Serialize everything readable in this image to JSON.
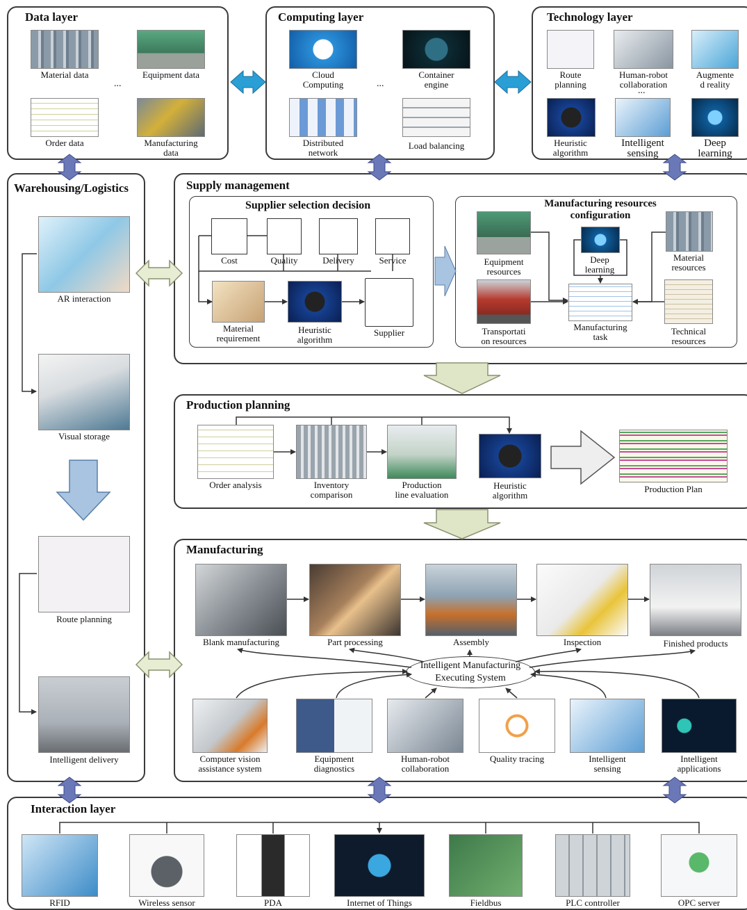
{
  "data_layer": {
    "title": "Data layer",
    "items": [
      "Material data",
      "Equipment data",
      "Order data",
      "Manufacturing\ndata"
    ],
    "ellipsis": "..."
  },
  "computing_layer": {
    "title": "Computing layer",
    "items": [
      "Cloud\nComputing",
      "Container\nengine",
      "Distributed\nnetwork",
      "Load balancing"
    ],
    "ellipsis": "..."
  },
  "technology_layer": {
    "title": "Technology layer",
    "items": [
      "Route\nplanning",
      "Human-robot\ncollaboration",
      "Augmente\nd reality",
      "Heuristic\nalgorithm",
      "Intelligent\nsensing",
      "Deep\nlearning"
    ],
    "ellipsis": "..."
  },
  "warehousing": {
    "title": "Warehousing/Logistics",
    "items": [
      "AR interaction",
      "Visual storage",
      "Route planning",
      "Intelligent delivery"
    ]
  },
  "supply": {
    "title": "Supply management",
    "supplier_title": "Supplier selection decision",
    "criteria": [
      "Cost",
      "Quality",
      "Delivery",
      "Service"
    ],
    "flow": [
      "Material\nrequirement",
      "Heuristic\nalgorithm",
      "Supplier"
    ],
    "resources_title": "Manufacturing resources\nconfiguration",
    "resources": [
      "Equipment\nresources",
      "Deep\nlearning",
      "Material\nresources",
      "Transportati\non resources",
      "Manufacturing\ntask",
      "Technical\nresources"
    ]
  },
  "production": {
    "title": "Production planning",
    "steps": [
      "Order analysis",
      "Inventory\ncomparison",
      "Production\nline evaluation",
      "Heuristic\nalgorithm",
      "Production Plan"
    ]
  },
  "manufacturing": {
    "title": "Manufacturing",
    "process": [
      "Blank manufacturing",
      "Part processing",
      "Assembly",
      "Inspection",
      "Finished products"
    ],
    "imes": "Intelligent Manufacturing\nExecuting System",
    "support": [
      "Computer vision\nassistance system",
      "Equipment\ndiagnostics",
      "Human-robot\ncollaboration",
      "Quality tracing",
      "Intelligent\nsensing",
      "Intelligent\napplications"
    ]
  },
  "interaction_layer": {
    "title": "Interaction layer",
    "items": [
      "RFID",
      "Wireless sensor",
      "PDA",
      "Internet of Things",
      "Fieldbus",
      "PLC controller",
      "OPC server"
    ]
  },
  "colors": {
    "double_arrow_blue": "#2a9fd6",
    "updown_arrow": "#6b78b8",
    "side_arrow_fill": "#e6edd2",
    "down_arrow_fill": "#dfe6c8",
    "flow_arrow_blue": "#a9c4e0"
  }
}
